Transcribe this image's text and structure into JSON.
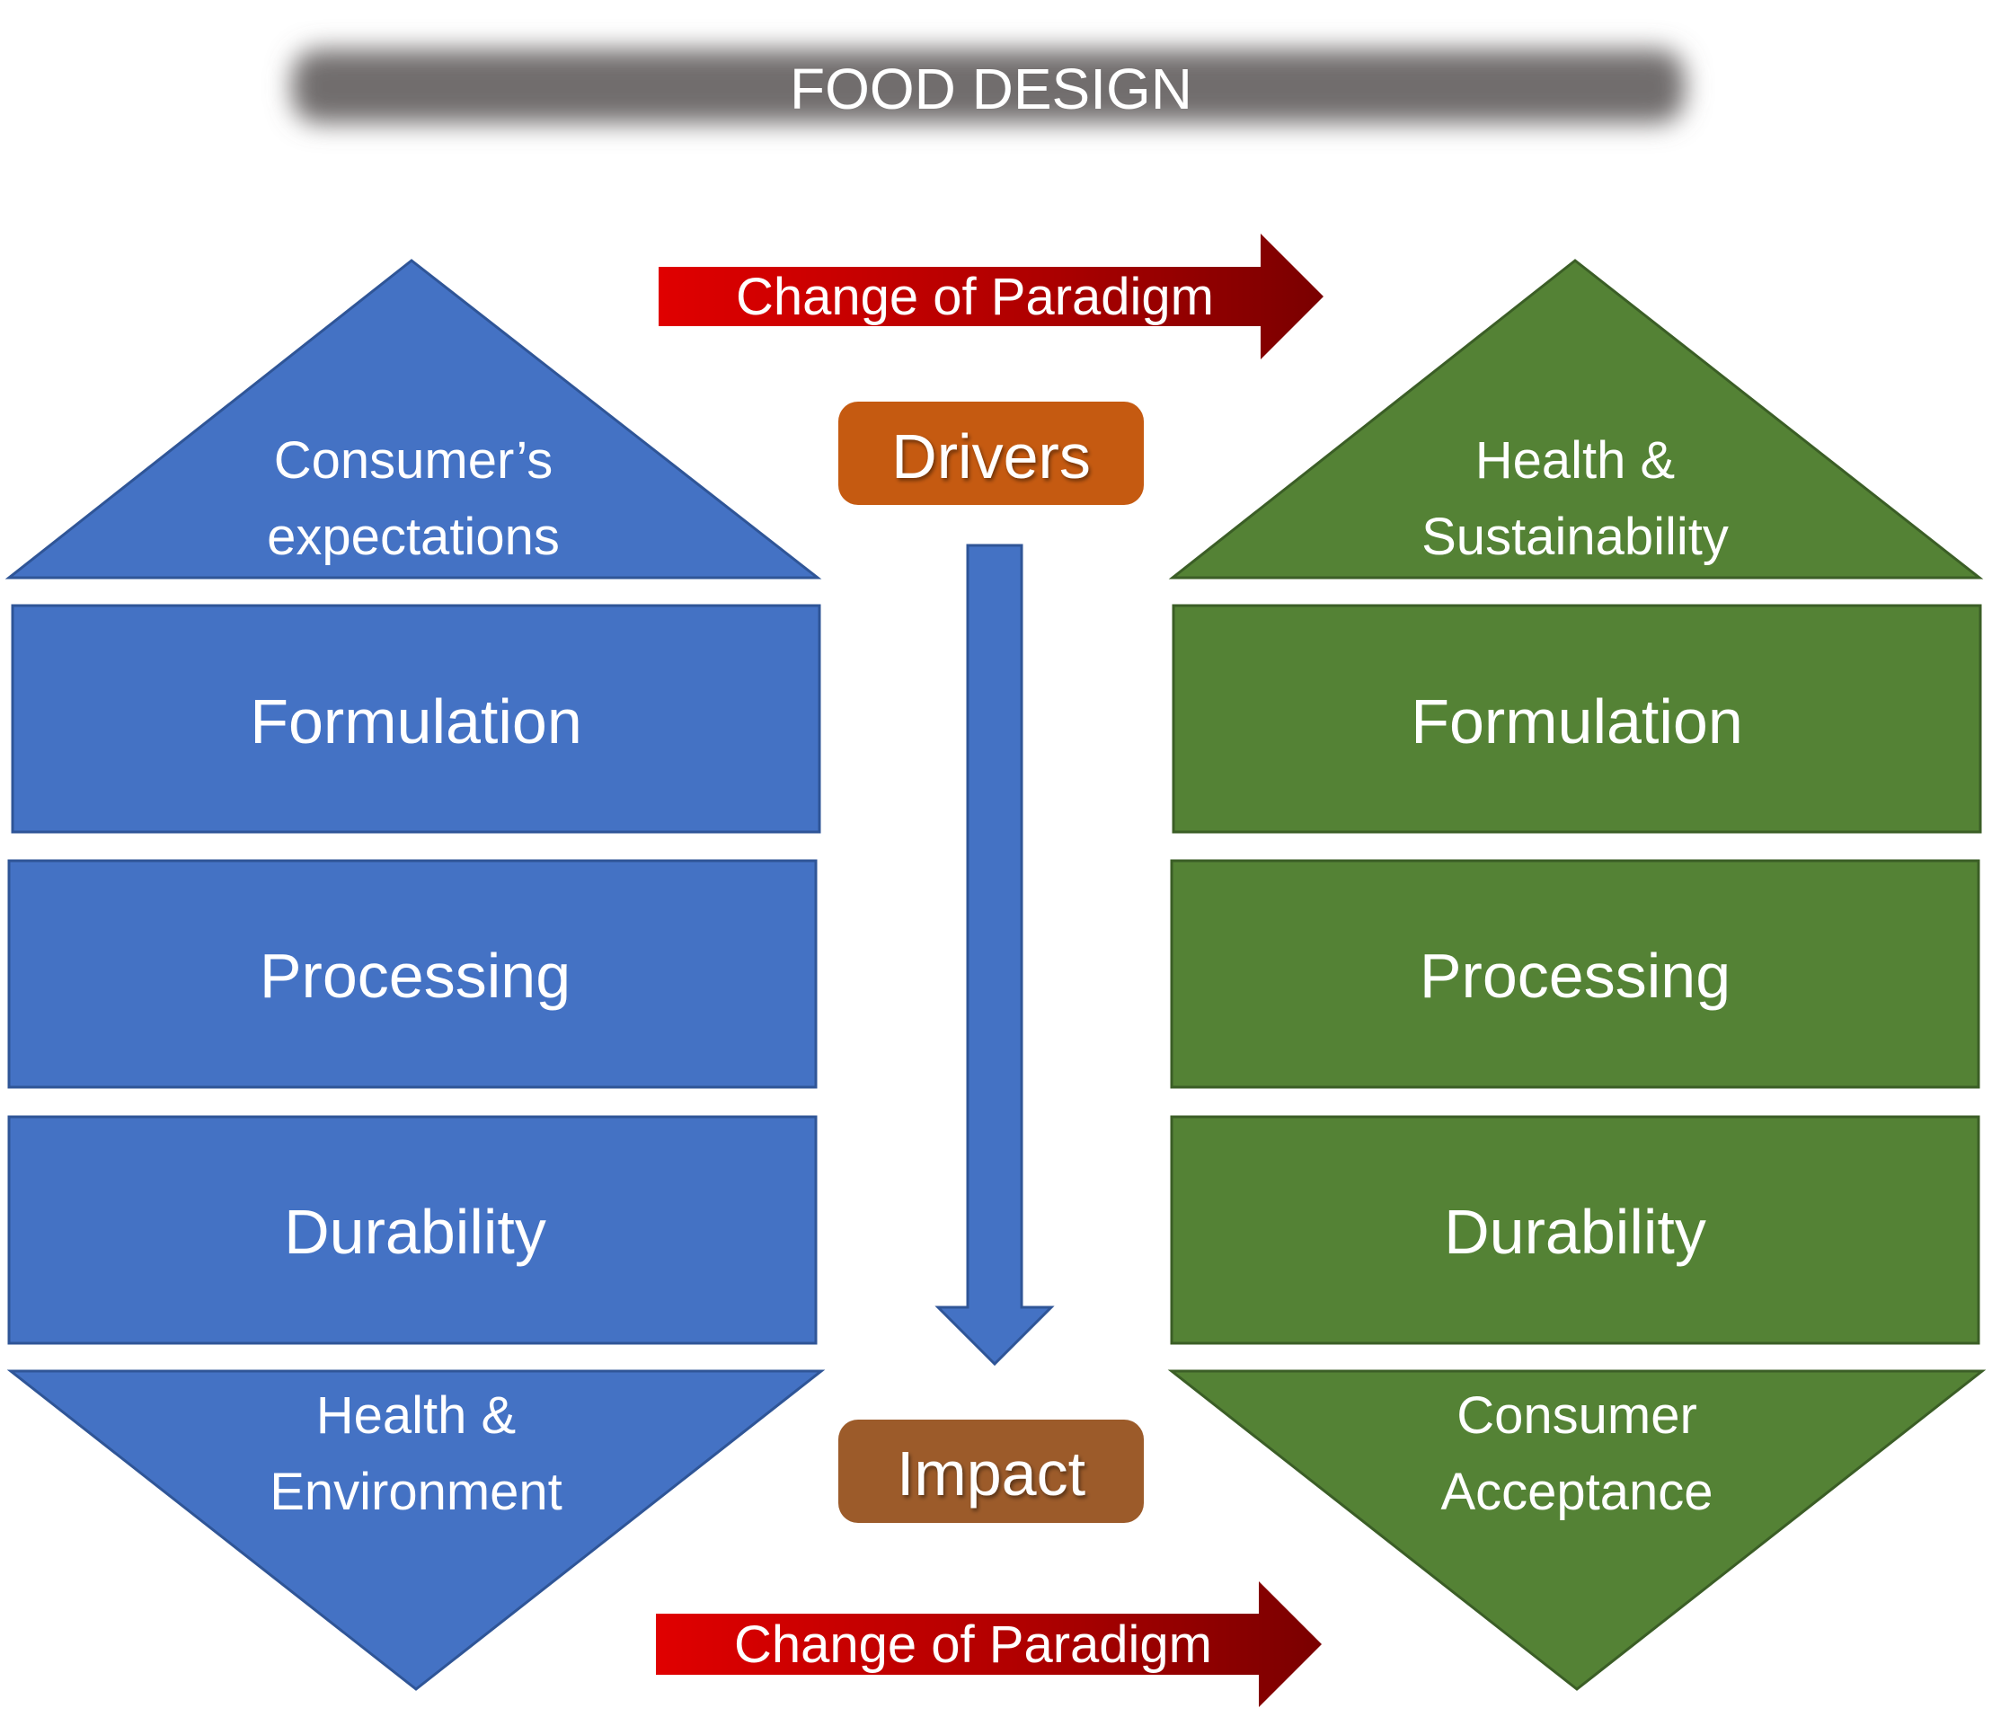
{
  "title": "FOOD DESIGN",
  "paradigm_arrow_top": "Change of Paradigm",
  "paradigm_arrow_bottom": "Change of Paradigm",
  "drivers_label": "Drivers",
  "impact_label": "Impact",
  "left_column": {
    "top_line1": "Consumer’s",
    "top_line2": "expectations",
    "row1": "Formulation",
    "row2": "Processing",
    "row3": "Durability",
    "bottom_line1": "Health &",
    "bottom_line2": "Environment"
  },
  "right_column": {
    "top_line1": "Health &",
    "top_line2": "Sustainability",
    "row1": "Formulation",
    "row2": "Processing",
    "row3": "Durability",
    "bottom_line1": "Consumer",
    "bottom_line2": "Acceptance"
  },
  "colors": {
    "blue": "#4472C4",
    "blue_border": "#2F5597",
    "green": "#548235",
    "green_border": "#3B5E26",
    "title_bar": "#767171",
    "red": "#C00000",
    "dark_red": "#7F0000",
    "drivers": "#C55A11",
    "impact": "#9C5B2A"
  }
}
